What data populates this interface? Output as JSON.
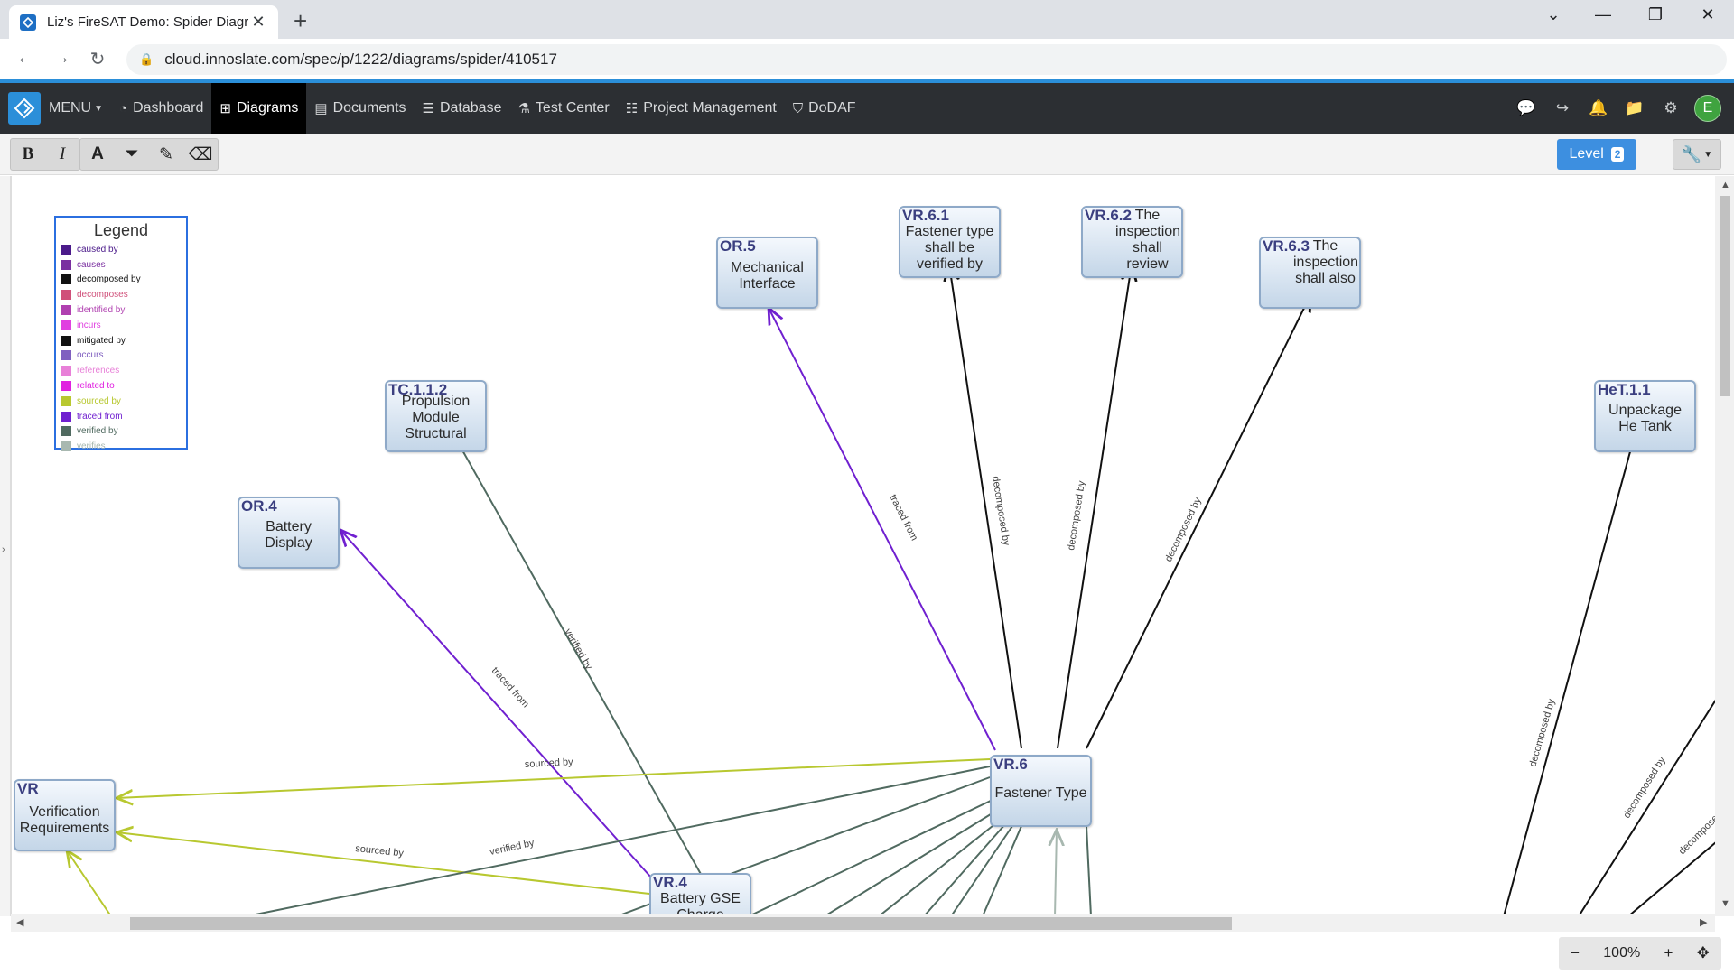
{
  "browser": {
    "tab_title": "Liz's FireSAT Demo: Spider Diagr",
    "url": "cloud.innoslate.com/spec/p/1222/diagrams/spider/410517"
  },
  "nav": {
    "menu": "MENU",
    "items": [
      {
        "label": "Dashboard",
        "icon": "dashboard-icon"
      },
      {
        "label": "Diagrams",
        "icon": "diagram-icon",
        "active": true
      },
      {
        "label": "Documents",
        "icon": "document-icon"
      },
      {
        "label": "Database",
        "icon": "database-icon"
      },
      {
        "label": "Test Center",
        "icon": "flask-icon"
      },
      {
        "label": "Project Management",
        "icon": "tasks-icon"
      },
      {
        "label": "DoDAF",
        "icon": "shield-icon"
      }
    ],
    "user_initial": "E"
  },
  "toolbar": {
    "bold": "B",
    "italic": "I",
    "font": "A",
    "level_label": "Level",
    "level_value": "2"
  },
  "legend": {
    "title": "Legend",
    "items": [
      {
        "label": "caused by",
        "color": "#4b1a8a"
      },
      {
        "label": "causes",
        "color": "#7a2fa0"
      },
      {
        "label": "decomposed by",
        "color": "#111111"
      },
      {
        "label": "decomposes",
        "color": "#d0507a"
      },
      {
        "label": "identified by",
        "color": "#b040b0"
      },
      {
        "label": "incurs",
        "color": "#e040e0"
      },
      {
        "label": "mitigated by",
        "color": "#111111"
      },
      {
        "label": "occurs",
        "color": "#8060c0"
      },
      {
        "label": "references",
        "color": "#e880d8"
      },
      {
        "label": "related to",
        "color": "#e020e0"
      },
      {
        "label": "sourced by",
        "color": "#b8c830"
      },
      {
        "label": "traced from",
        "color": "#7020d0"
      },
      {
        "label": "verified by",
        "color": "#506a60"
      },
      {
        "label": "verifies",
        "color": "#a8b8b0"
      }
    ]
  },
  "nodes": {
    "or5": {
      "id": "OR.5",
      "label": "Mechanical Interface"
    },
    "vr61": {
      "id": "VR.6.1",
      "label": "Fastener type shall be verified by"
    },
    "vr62": {
      "id": "VR.6.2",
      "label": "The inspection shall review"
    },
    "vr63": {
      "id": "VR.6.3",
      "label": "The inspection shall also"
    },
    "tc112": {
      "id": "TC.1.1.2",
      "label": "Propulsion Module Structural"
    },
    "or4": {
      "id": "OR.4",
      "label": "Battery Display"
    },
    "het11": {
      "id": "HeT.1.1",
      "label": "Unpackage He Tank"
    },
    "vr6": {
      "id": "VR.6",
      "label": "Fastener Type"
    },
    "vr": {
      "id": "VR",
      "label": "Verification Requirements"
    },
    "vr4": {
      "id": "VR.4",
      "label": "Battery GSE Charge"
    }
  },
  "edge_labels": {
    "traced_from": "traced from",
    "decomposed_by": "decomposed by",
    "verified_by": "verified by",
    "sourced_by": "sourced by"
  },
  "zoom": {
    "value": "100%"
  }
}
